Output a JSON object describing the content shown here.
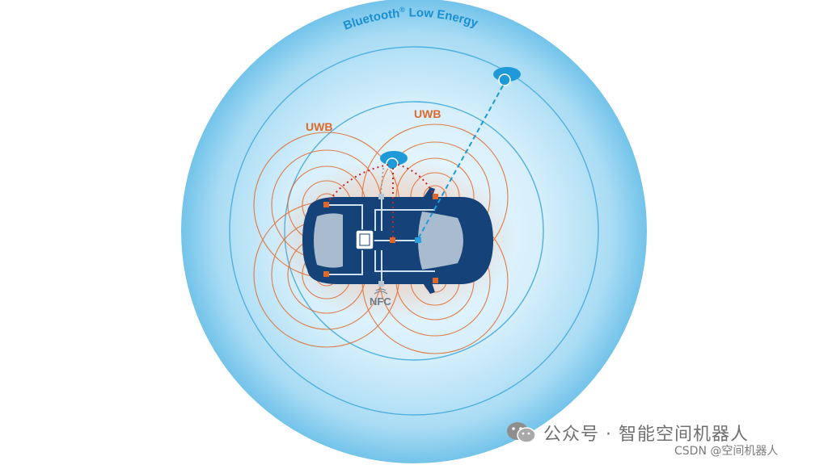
{
  "diagram": {
    "ble_label": "Bluetooth",
    "ble_reg": "®",
    "ble_label_rest": " Low Energy",
    "uwb_left_label": "UWB",
    "uwb_right_label": "UWB",
    "nfc_label": "NFC",
    "colors": {
      "ble_outer": "#7ecbef",
      "ble_inner": "#dff3fc",
      "ble_text": "#1a8fd0",
      "ring": "#3aa6dc",
      "uwb": "#e0682a",
      "car_body": "#16427a",
      "car_glass": "#9fb3c8",
      "phone": "#1e9ad8"
    },
    "icons": [
      "phone-icon",
      "chip-icon",
      "nfc-icon"
    ]
  },
  "watermark": {
    "main": "公众号 · 智能空间机器人",
    "credit": "CSDN @空间机器人"
  }
}
